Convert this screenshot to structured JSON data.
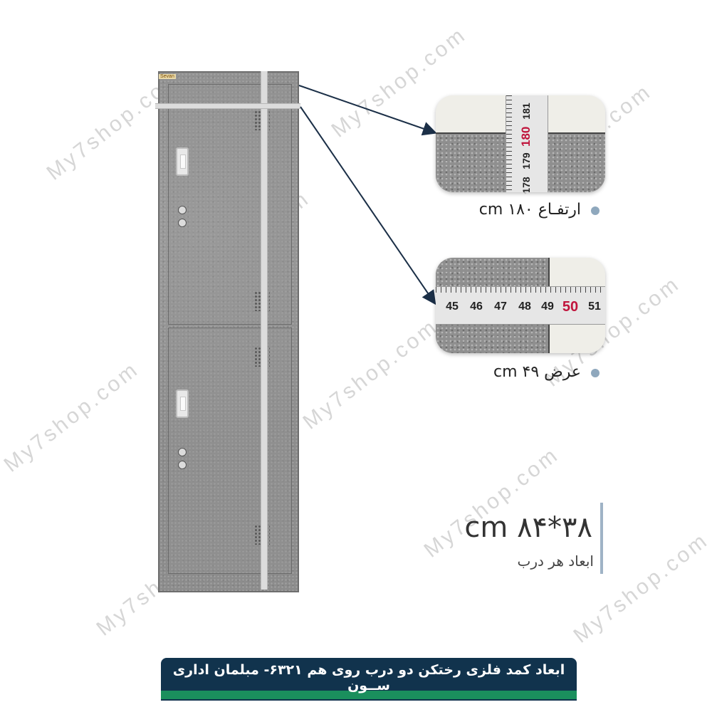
{
  "watermark": {
    "text": "My7shop.com"
  },
  "product": {
    "brand_tag": "Sevan",
    "height_zoom": {
      "tape_numbers": [
        "181",
        "180",
        "179",
        "178"
      ],
      "caption": "ارتفـاع ۱۸۰ cm"
    },
    "width_zoom": {
      "tape_numbers": [
        "45",
        "46",
        "47",
        "48",
        "49",
        "50",
        "51"
      ],
      "caption": "عرض ۴۹ cm"
    },
    "door_dimensions": {
      "value": "cm ۸۴*۳۸",
      "label": "ابعاد هر درب"
    }
  },
  "banner": {
    "title": "ابعاد کمد فلزی رختکن دو درب روی هم ۶۳۲۱- مبلمان اداری ســون"
  },
  "colors": {
    "banner_bg": "#11334d",
    "banner_accent": "#1a8f5d",
    "arrow": "#1b2f47",
    "bullet": "#8fa8bd",
    "highlight_number": "#c0143c"
  },
  "icons": [
    "arrow-icon",
    "bullet-dot-icon"
  ]
}
